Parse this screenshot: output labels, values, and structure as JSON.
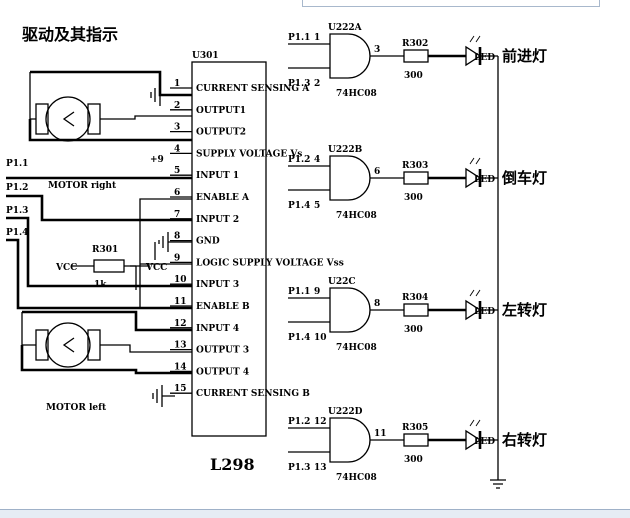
{
  "title": "驱动及其指示",
  "l298": {
    "ref": "U301",
    "name": "L298",
    "pins": [
      {
        "num": "1",
        "label": "CURRENT SENSING A"
      },
      {
        "num": "2",
        "label": "OUTPUT1"
      },
      {
        "num": "3",
        "label": "OUTPUT2"
      },
      {
        "num": "4",
        "label": "SUPPLY VOLTAGE Vs"
      },
      {
        "num": "5",
        "label": "INPUT 1"
      },
      {
        "num": "6",
        "label": "ENABLE A"
      },
      {
        "num": "7",
        "label": "INPUT 2"
      },
      {
        "num": "8",
        "label": "GND"
      },
      {
        "num": "9",
        "label": "LOGIC SUPPLY VOLTAGE Vss"
      },
      {
        "num": "10",
        "label": "INPUT 3"
      },
      {
        "num": "11",
        "label": "ENABLE B"
      },
      {
        "num": "12",
        "label": "INPUT 4"
      },
      {
        "num": "13",
        "label": "OUTPUT 3"
      },
      {
        "num": "14",
        "label": "OUTPUT 4"
      },
      {
        "num": "15",
        "label": "CURRENT SENSING B"
      }
    ],
    "supply": "+9"
  },
  "motors": {
    "right": "MOTOR right",
    "left": "MOTOR left"
  },
  "ports": {
    "p11": "P1.1",
    "p12": "P1.2",
    "p13": "P1.3",
    "p14": "P1.4"
  },
  "resistor": {
    "ref": "R301",
    "value": "1k",
    "vcc_left": "VCC",
    "vcc_right": "VCC"
  },
  "gates": [
    {
      "ref": "U222A",
      "in1": "P1.1",
      "in1_pin": "1",
      "in2": "P1.3",
      "in2_pin": "2",
      "out_pin": "3",
      "chip": "74HC08",
      "res": "R302",
      "res_val": "300",
      "led": "LED",
      "label": "前进灯"
    },
    {
      "ref": "U222B",
      "in1": "P1.2",
      "in1_pin": "4",
      "in2": "P1.4",
      "in2_pin": "5",
      "out_pin": "6",
      "chip": "74HC08",
      "res": "R303",
      "res_val": "300",
      "led": "LED",
      "label": "倒车灯"
    },
    {
      "ref": "U22C",
      "in1": "P1.1",
      "in1_pin": "9",
      "in2": "P1.4",
      "in2_pin": "10",
      "out_pin": "8",
      "chip": "74HC08",
      "res": "R304",
      "res_val": "300",
      "led": "LED",
      "label": "左转灯"
    },
    {
      "ref": "U222D",
      "in1": "P1.2",
      "in1_pin": "12",
      "in2": "P1.3",
      "in2_pin": "13",
      "out_pin": "11",
      "chip": "74HC08",
      "res": "R305",
      "res_val": "300",
      "led": "LED",
      "label": "右转灯"
    }
  ]
}
